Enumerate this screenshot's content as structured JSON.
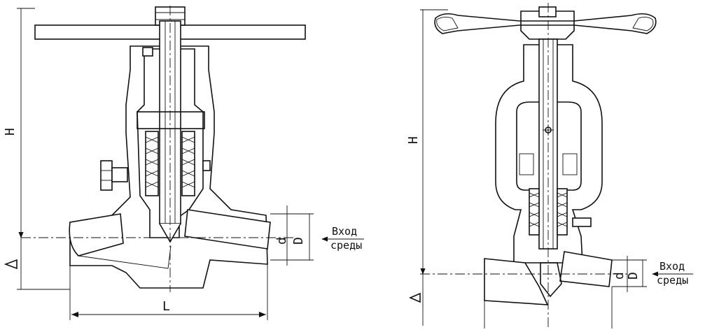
{
  "left_view": {
    "inlet_label_line1": "Вход",
    "inlet_label_line2": "среды",
    "dim_height": "H",
    "dim_length": "L",
    "dim_diameter": "D",
    "dim_small_diameter": "d"
  },
  "right_view": {
    "inlet_label_line1": "Вход",
    "inlet_label_line2": "среды",
    "dim_height": "H",
    "dim_diameter": "D",
    "dim_small_diameter": "d"
  }
}
